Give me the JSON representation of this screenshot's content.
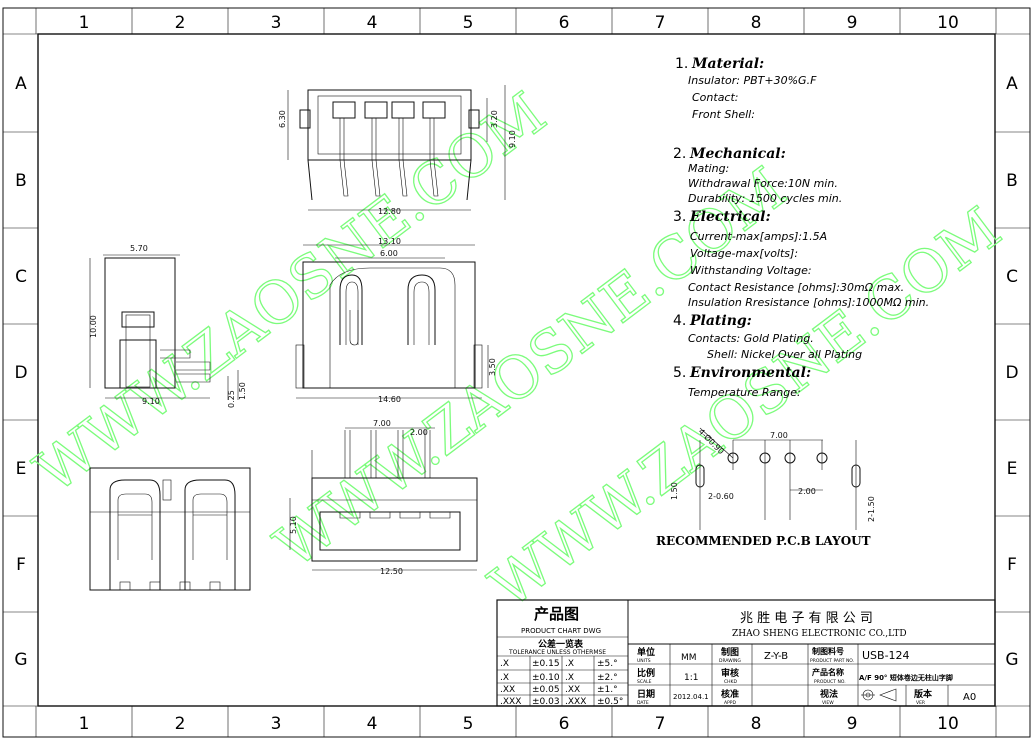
{
  "frame": {
    "col_labels": [
      "1",
      "2",
      "3",
      "4",
      "5",
      "6",
      "7",
      "8",
      "9",
      "10"
    ],
    "row_labels": [
      "A",
      "B",
      "C",
      "D",
      "E",
      "F",
      "G"
    ]
  },
  "watermarks": [
    "WWW.ZAOSNE.COM",
    "WWW.ZAOSNE.COM",
    "WWW.ZAOSNE.COM"
  ],
  "dims": {
    "d630": "6.30",
    "d320": "3.20",
    "d910a": "9.10",
    "d1280": "12.80",
    "d570": "5.70",
    "d1310": "13.10",
    "d600": "6.00",
    "d1000": "10.00",
    "d350": "3.50",
    "d910b": "9.10",
    "d025": "0.25",
    "d150a": "1.50",
    "d1460": "14.60",
    "d700a": "7.00",
    "d200a": "2.00",
    "d510": "5.10",
    "d1250": "12.50",
    "pcb_d700": "7.00",
    "pcb_phi": "4-Ø0.90",
    "pcb_d150": "1.50",
    "pcb_d060": "2-0.60",
    "pcb_d200": "2.00",
    "pcb_d2150": "2-1.50"
  },
  "specs": [
    {
      "num": "1.",
      "title": "Material:",
      "lines": [
        "Insulator: PBT+30%G.F",
        "Contact:",
        "Front  Shell:"
      ]
    },
    {
      "num": "2.",
      "title": "Mechanical:",
      "lines": [
        "Mating:",
        "Withdrawal Force:10N min.",
        "Durability: 1500 cycles min."
      ]
    },
    {
      "num": "3.",
      "title": "Electrical:",
      "lines": [
        "Current-max[amps]:1.5A",
        "Voltage-max[volts]:",
        "Withstanding Voltage:",
        "Contact Resistance [ohms]:30mΩ max.",
        "Insulation Rresistance [ohms]:1000MΩ min."
      ]
    },
    {
      "num": "4.",
      "title": "Plating:",
      "lines": [
        "Contacts: Gold   Plating.",
        "Shell: Nickel Over all Plating"
      ]
    },
    {
      "num": "5.",
      "title": "Environmental:",
      "lines": [
        "Temperature Range:"
      ]
    }
  ],
  "pcb_title": "RECOMMENDED   P.C.B  LAYOUT",
  "title_block": {
    "chart_cn": "产品图",
    "chart_en": "PRODUCT CHART DWG",
    "tol_cn": "公差一览表",
    "tol_en": "TOLERANCE UNLESS OTHERMSE",
    "tol_rows": [
      [
        ".X",
        "±0.15",
        ".X",
        "±5.°"
      ],
      [
        ".X",
        "±0.10",
        ".X",
        "±2.°"
      ],
      [
        ".XX",
        "±0.05",
        ".XX",
        "±1.°"
      ],
      [
        ".XXX",
        "±0.03",
        ".XXX",
        "±0.5°"
      ]
    ],
    "company_cn": "兆 胜 电 子 有 限 公 司",
    "company_en": "ZHAO SHENG ELECTRONIC CO.,LTD",
    "units_cn": "单位",
    "units_en": "UNITS",
    "units_val": "MM",
    "drawing_cn": "制图",
    "drawing_en": "DRAWING",
    "drawing_val": "Z-Y-B",
    "partno_cn": "制图料号",
    "partno_en": "PRODUCT PART NO.",
    "partno_val": "USB-124",
    "scale_cn": "比例",
    "scale_en": "SCALE",
    "scale_val": "1:1",
    "chkd_cn": "审核",
    "chkd_en": "CHKD",
    "pname_cn": "产品名称",
    "pname_en": "PRODUCT NO.",
    "pname_val": "A/F 90° 短体卷边无柱山字脚",
    "date_cn": "日期",
    "date_en": "DATE",
    "date_val": "2012.04.1",
    "appd_cn": "核准",
    "appd_en": "APPD",
    "view_cn": "视法",
    "view_en": "VIEW",
    "ver_cn": "版本",
    "ver_en": "VER",
    "ver_val": "A0"
  }
}
